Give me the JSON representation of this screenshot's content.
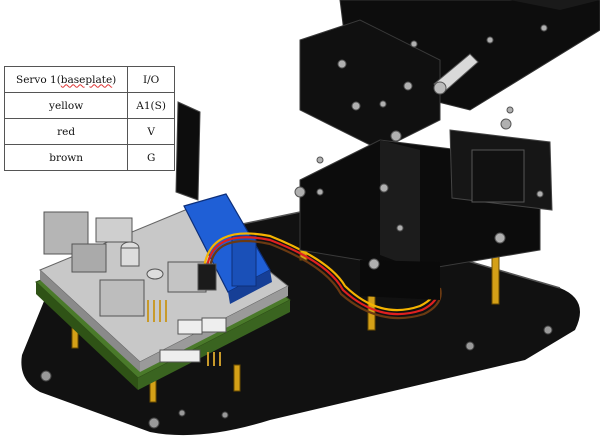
{
  "wiring_table": {
    "header": {
      "servo": "Servo 1(",
      "servo_underlined": "baseplate",
      "servo_close": ")",
      "io": "I/O"
    },
    "rows": [
      {
        "wire": "yellow",
        "pin": "A1(S)"
      },
      {
        "wire": "red",
        "pin": "V"
      },
      {
        "wire": "brown",
        "pin": "G"
      }
    ]
  },
  "colors": {
    "acrylic": "#111111",
    "pcb_green": "#4a7a2a",
    "shield_gray": "#bcbcbc",
    "bluetooth_blue": "#1f5fd6",
    "standoff_brass": "#d4a017",
    "wire_yellow": "#f5b400",
    "wire_red": "#e02020",
    "wire_brown": "#6b3a12"
  }
}
